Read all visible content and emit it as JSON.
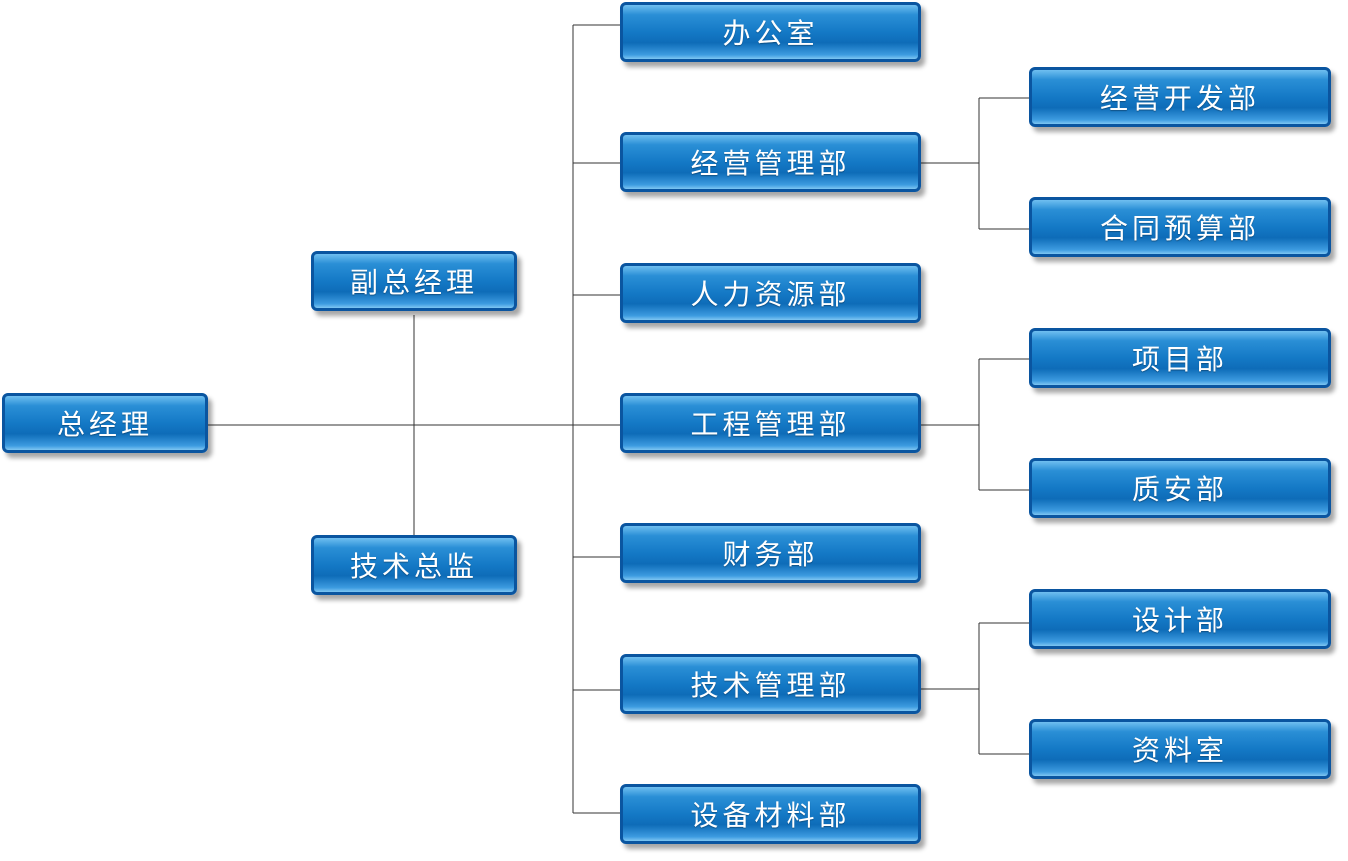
{
  "root": "总经理",
  "deputies": [
    "副总经理",
    "技术总监"
  ],
  "departments": [
    "办公室",
    "经营管理部",
    "人力资源部",
    "工程管理部",
    "财务部",
    "技术管理部",
    "设备材料部"
  ],
  "sub_departments": {
    "经营管理部": [
      "经营开发部",
      "合同预算部"
    ],
    "工程管理部": [
      "项目部",
      "质安部"
    ],
    "技术管理部": [
      "设计部",
      "资料室"
    ]
  },
  "sub": [
    "经营开发部",
    "合同预算部",
    "项目部",
    "质安部",
    "设计部",
    "资料室"
  ]
}
